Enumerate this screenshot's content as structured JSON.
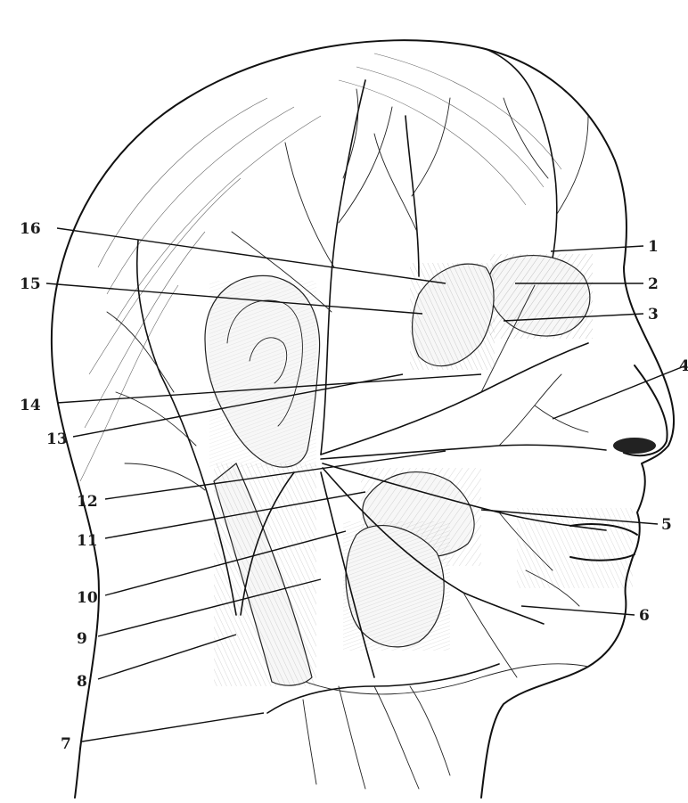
{
  "figure": {
    "labels": [
      "1",
      "2",
      "3",
      "4",
      "5",
      "6",
      "7",
      "8",
      "9",
      "10",
      "11",
      "12",
      "13",
      "14",
      "15",
      "16"
    ]
  }
}
